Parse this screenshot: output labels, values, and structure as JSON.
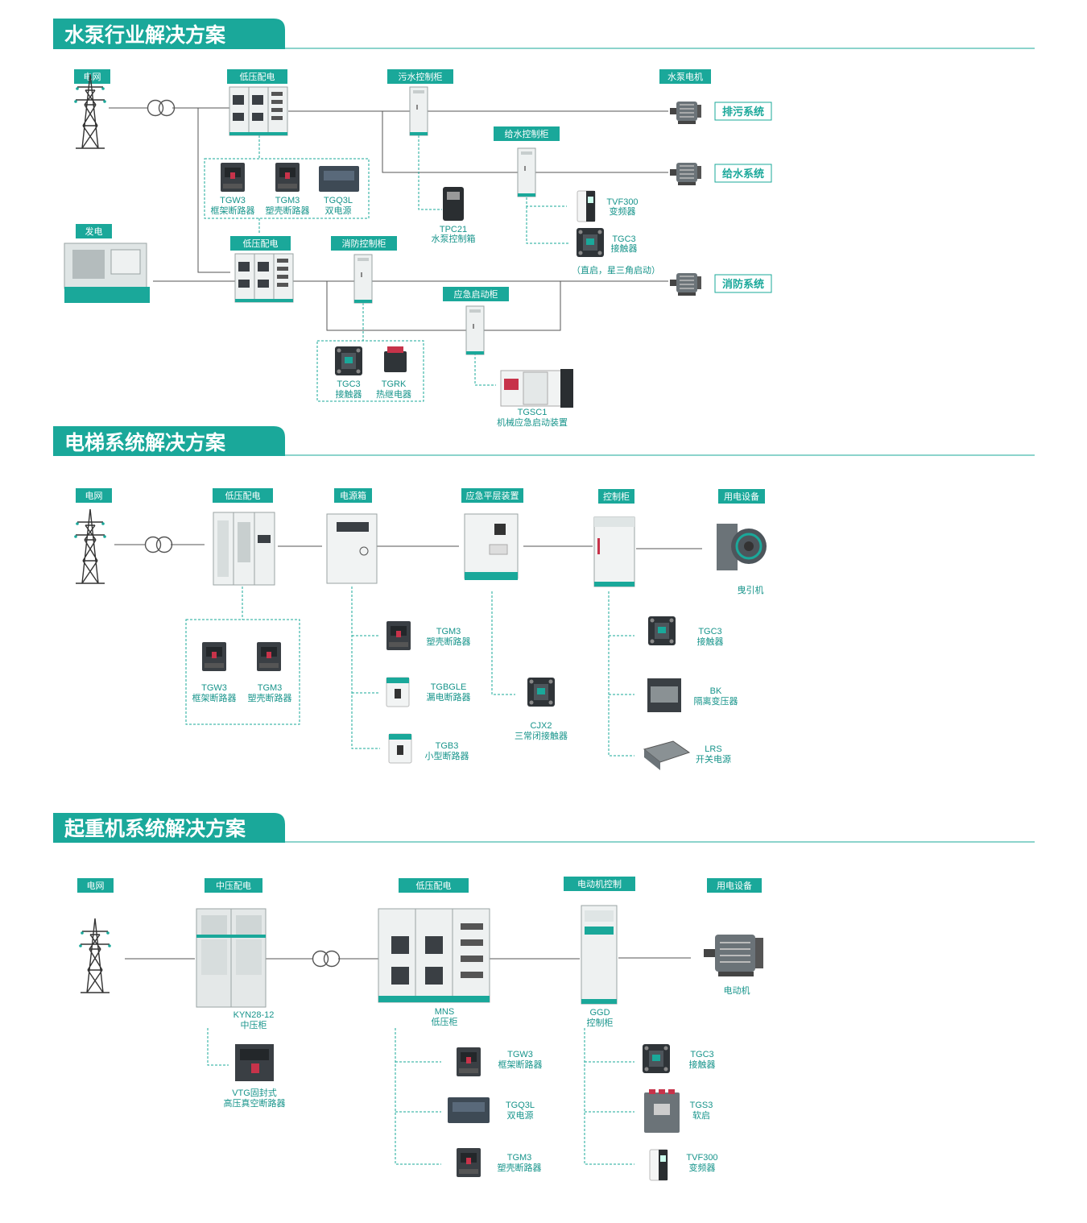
{
  "colors": {
    "accent": "#1aa89a",
    "text": "#17948b",
    "line": "#555555",
    "dash": "#1aa89a",
    "cabinet": "#e9ecec"
  },
  "sections": {
    "pump": {
      "title": "水泵行业解决方案",
      "labels": {
        "grid": "电网",
        "lv1": "低压配电",
        "sewage": "污水控制柜",
        "motor": "水泵电机",
        "supply": "给水控制柜",
        "gen": "发电",
        "lv2": "低压配电",
        "fire": "消防控制柜",
        "emergency": "应急启动柜"
      },
      "systems": {
        "drain": "排污系统",
        "supply": "给水系统",
        "fire": "消防系统"
      },
      "products": {
        "tgw3": {
          "model": "TGW3",
          "name": "框架断路器"
        },
        "tgm3": {
          "model": "TGM3",
          "name": "塑壳断路器"
        },
        "tgq3l": {
          "model": "TGQ3L",
          "name": "双电源"
        },
        "tpc21": {
          "model": "TPC21",
          "name": "水泵控制箱"
        },
        "tvf300": {
          "model": "TVF300",
          "name": "变频器"
        },
        "tgc3": {
          "model": "TGC3",
          "name": "接触器"
        },
        "start_note": "（直启，星三角启动）",
        "tgc3b": {
          "model": "TGC3",
          "name": "接触器"
        },
        "tgrk": {
          "model": "TGRK",
          "name": "热继电器"
        },
        "tgsc1": {
          "model": "TGSC1",
          "name": "机械应急启动装置"
        }
      }
    },
    "elevator": {
      "title": "电梯系统解决方案",
      "labels": {
        "grid": "电网",
        "lv": "低压配电",
        "power_box": "电源箱",
        "leveling": "应急平层装置",
        "control": "控制柜",
        "equipment": "用电设备"
      },
      "traction": "曳引机",
      "products": {
        "tgw3": {
          "model": "TGW3",
          "name": "框架断路器"
        },
        "tgm3": {
          "model": "TGM3",
          "name": "塑壳断路器"
        },
        "tgm3b": {
          "model": "TGM3",
          "name": "塑壳断路器"
        },
        "tgbgle": {
          "model": "TGBGLE",
          "name": "漏电断路器"
        },
        "tgb3": {
          "model": "TGB3",
          "name": "小型断路器"
        },
        "cjx2": {
          "model": "CJX2",
          "name": "三常闭接触器"
        },
        "tgc3": {
          "model": "TGC3",
          "name": "接触器"
        },
        "bk": {
          "model": "BK",
          "name": "隔离变压器"
        },
        "lrs": {
          "model": "LRS",
          "name": "开关电源"
        }
      }
    },
    "crane": {
      "title": "起重机系统解决方案",
      "labels": {
        "grid": "电网",
        "mv": "中压配电",
        "lv": "低压配电",
        "motor_ctrl": "电动机控制",
        "equipment": "用电设备"
      },
      "cabinets": {
        "kyn": {
          "model": "KYN28-12",
          "name": "中压柜"
        },
        "mns": {
          "model": "MNS",
          "name": "低压柜"
        },
        "ggd": {
          "model": "GGD",
          "name": "控制柜"
        }
      },
      "motor": "电动机",
      "products": {
        "vtg": {
          "model": "VTG固封式",
          "name": "高压真空断路器"
        },
        "tgw3": {
          "model": "TGW3",
          "name": "框架断路器"
        },
        "tgq3l": {
          "model": "TGQ3L",
          "name": "双电源"
        },
        "tgm3": {
          "model": "TGM3",
          "name": "塑壳断路器"
        },
        "tgc3": {
          "model": "TGC3",
          "name": "接触器"
        },
        "tgs3": {
          "model": "TGS3",
          "name": "软启"
        },
        "tvf300": {
          "model": "TVF300",
          "name": "变频器"
        }
      }
    }
  },
  "icons": [
    "transmission-tower-icon",
    "transformer-icon",
    "motor-icon",
    "generator-icon",
    "cabinet-icon",
    "breaker-icon",
    "contactor-icon"
  ]
}
